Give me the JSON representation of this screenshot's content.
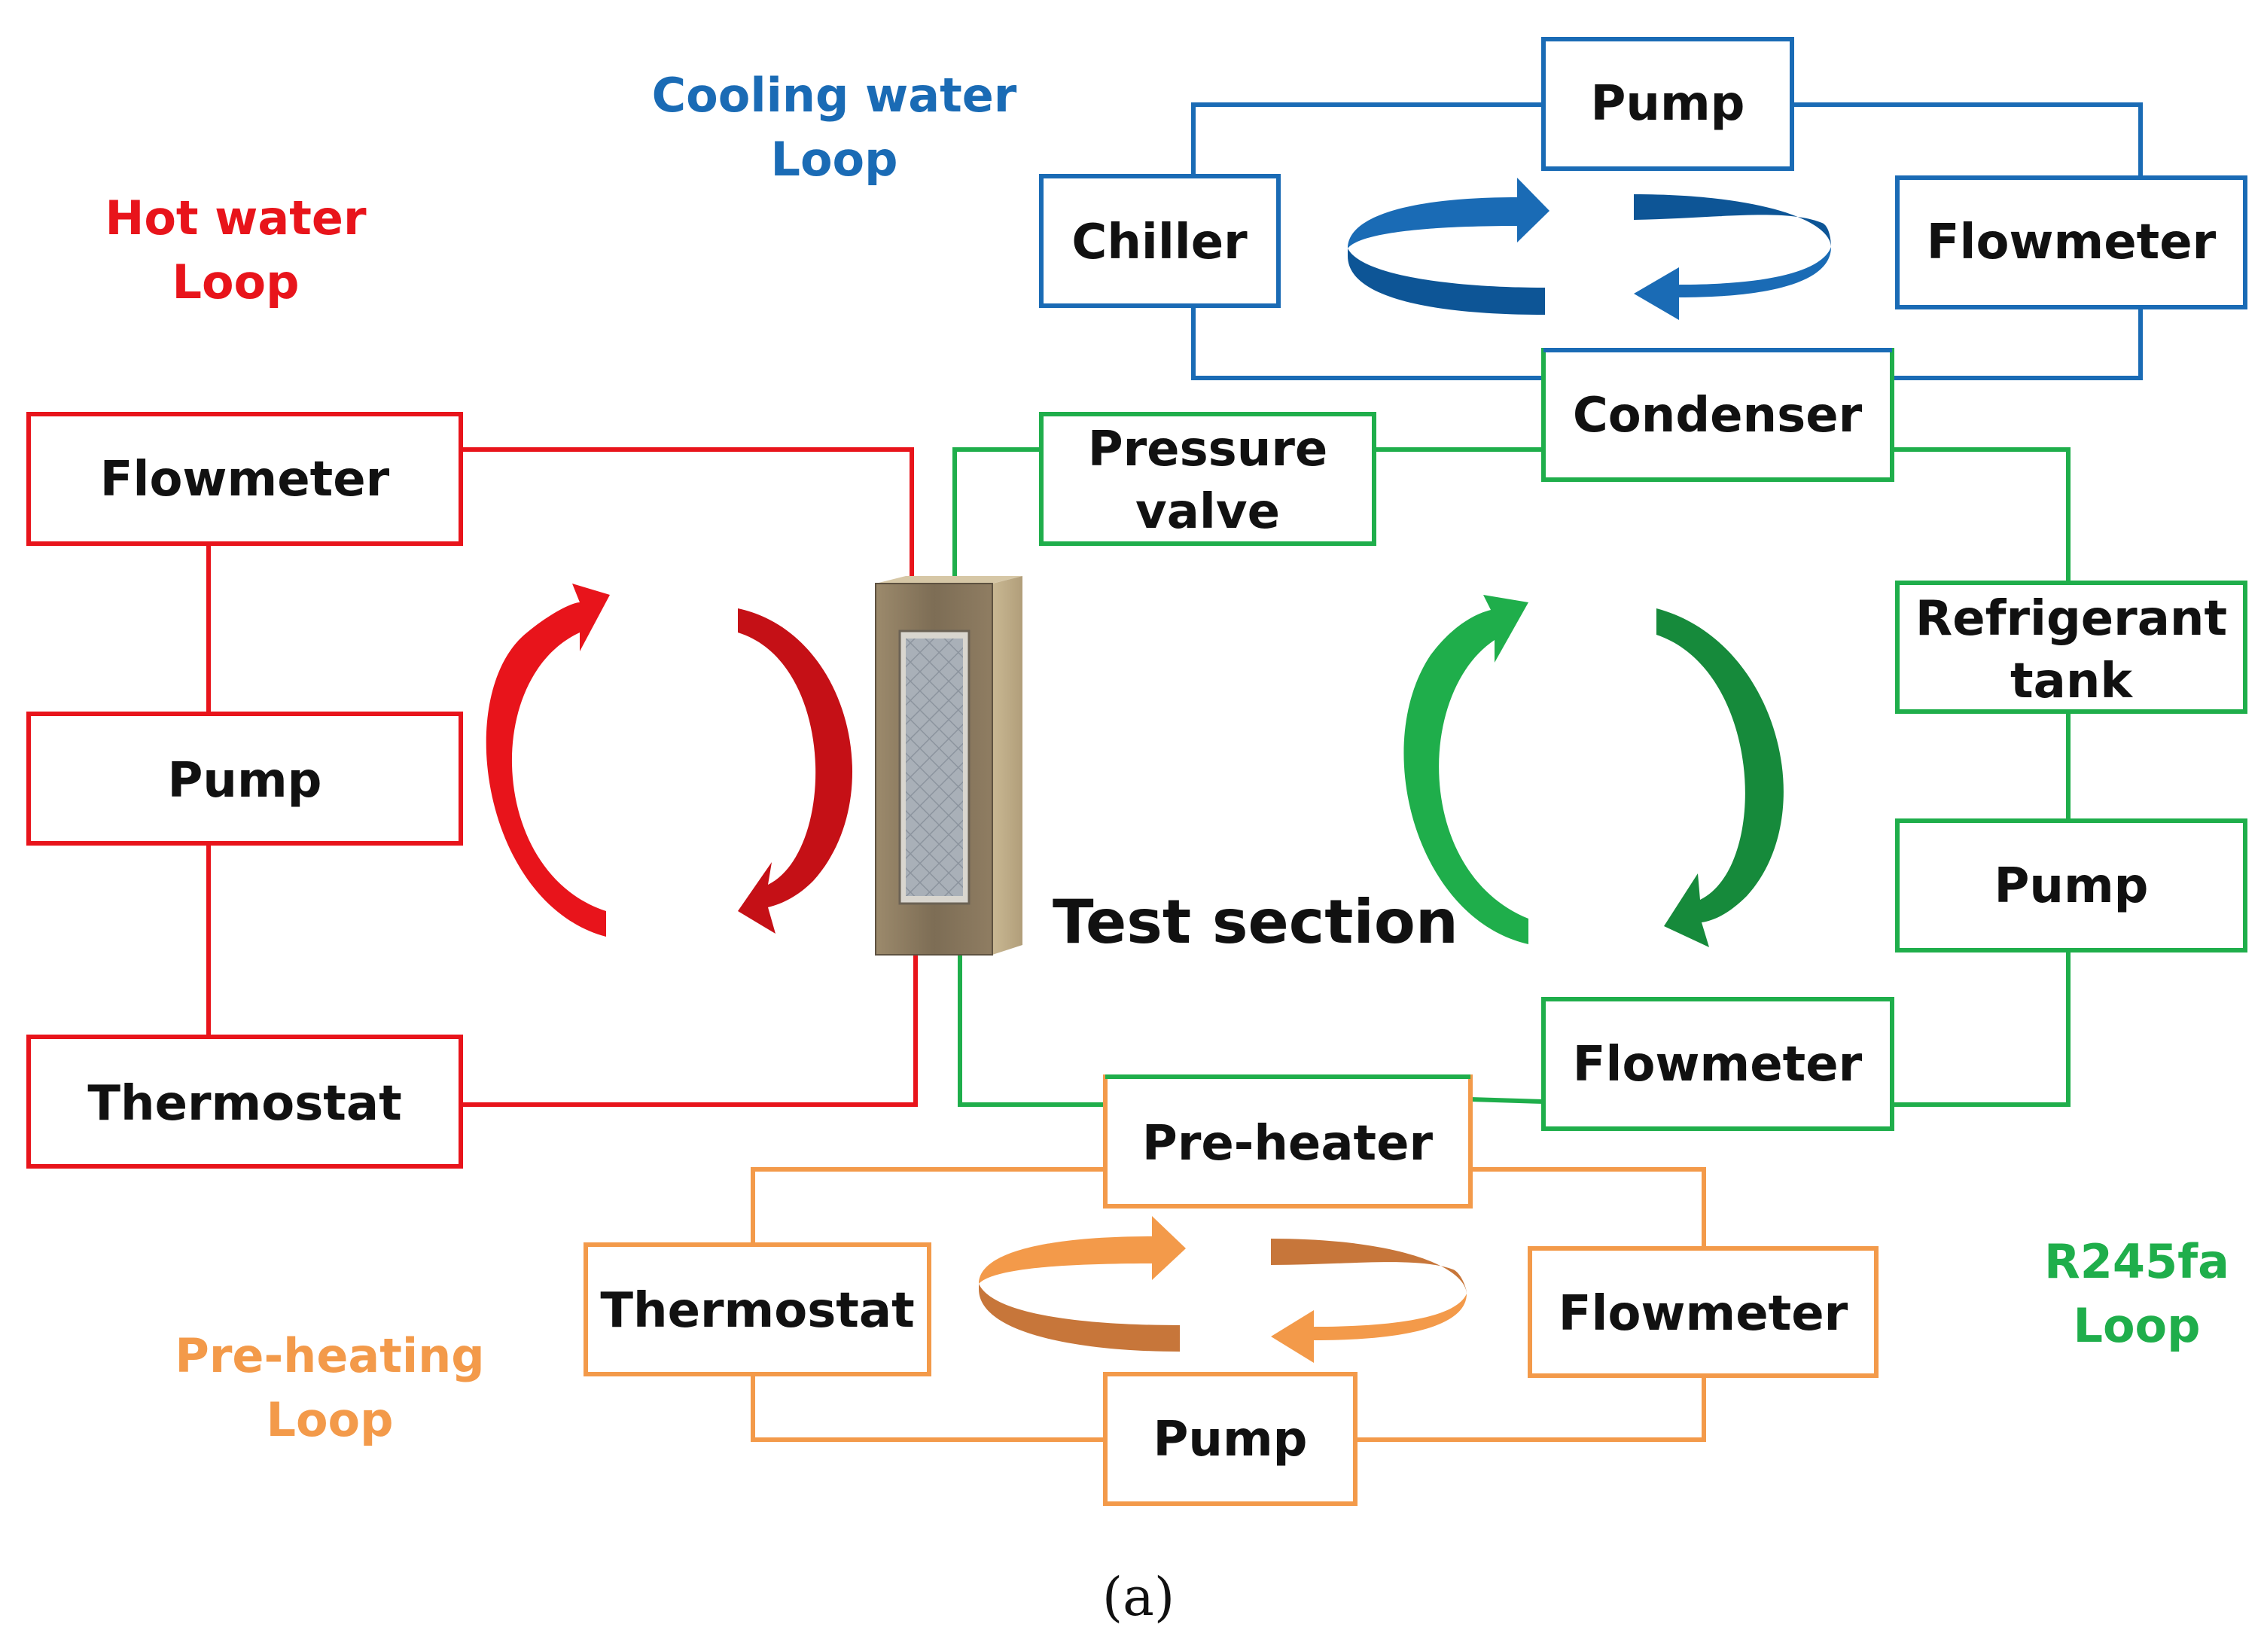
{
  "colors": {
    "hot": "#e8141b",
    "cooling": "#1a6bb5",
    "refrigerant": "#1fae4b",
    "preheat": "#f39a4a",
    "text": "#111111"
  },
  "loops": {
    "cooling": [
      "Cooling water",
      "Loop"
    ],
    "hot": [
      "Hot water",
      "Loop"
    ],
    "refrigerant": [
      "R245fa",
      "Loop"
    ],
    "preheat": [
      "Pre-heating",
      "Loop"
    ]
  },
  "components": {
    "cooling_pump": "Pump",
    "chiller": "Chiller",
    "cooling_flowmeter": "Flowmeter",
    "condenser": "Condenser",
    "hot_flowmeter": "Flowmeter",
    "hot_pump": "Pump",
    "hot_thermostat": "Thermostat",
    "pressure_valve": [
      "Pressure",
      "valve"
    ],
    "refrigerant_tank": [
      "Refrigerant",
      "tank"
    ],
    "refrigerant_pump": "Pump",
    "refrigerant_flowmeter": "Flowmeter",
    "preheater": "Pre-heater",
    "preheat_thermostat": "Thermostat",
    "preheat_flowmeter": "Flowmeter",
    "preheat_pump": "Pump",
    "test_section": "Test section"
  },
  "caption": "(a)"
}
